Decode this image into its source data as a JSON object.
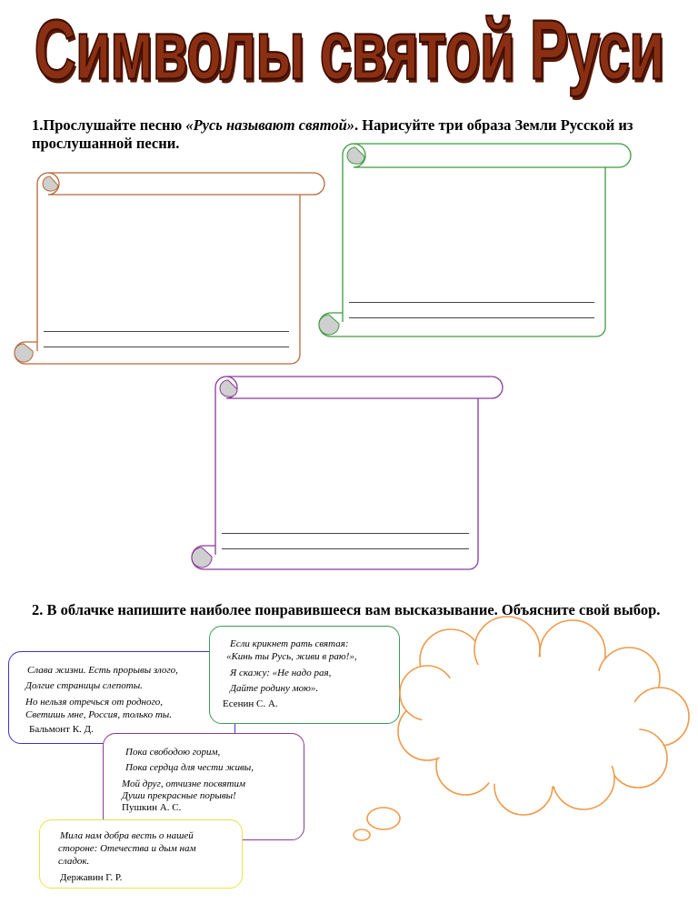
{
  "title": "Символы святой Руси",
  "task1": {
    "number": "1.",
    "before": "Прослушайте песню ",
    "song": "«Русь называют святой»",
    "after": ". Нарисуйте три образа Земли Русской из прослушанной песни."
  },
  "task2": {
    "text": "2. В облачке напишите наиболее понравившееся вам высказывание. Объясните свой выбор."
  },
  "quotes": {
    "balmont": {
      "l1": "Слава жизни. Есть прорывы злого,",
      "l2": "Долгие страницы слепоты.",
      "l3": "Но нельзя отречься от родного,",
      "l4": "Светишь мне, Россия, только ты.",
      "author": "Бальмонт К. Д."
    },
    "esenin": {
      "l1": "Если крикнет рать святая:",
      "l2": "«Кинь ты Русь, живи в раю!»,",
      "l3": "Я скажу: «Не надо рая,",
      "l4": "Дайте родину мою».",
      "author": "Есенин С. А."
    },
    "pushkin": {
      "l1": "Пока свободою горим,",
      "l2": "Пока сердца для чести живы,",
      "l3": "Мой друг, отчизне посвятим",
      "l4": "Души прекрасные порывы!",
      "author": "Пушкин А. С."
    },
    "derzhavin": {
      "l1": "Мила нам добра весть о нашей",
      "l2": "стороне: Отечества и дым нам",
      "l3": "сладок.",
      "author": "Державин Г. Р."
    }
  },
  "colors": {
    "title": "#8b2f12",
    "scroll_brown": "#b5693a",
    "scroll_green": "#3f9a3f",
    "scroll_purple": "#8a3a9a",
    "balmont_border": "#3b34c9",
    "esenin_border": "#3d9a5a",
    "pushkin_border": "#8a3a9a",
    "derzhavin_border": "#e8e44a",
    "cloud": "#ef9a4a"
  }
}
